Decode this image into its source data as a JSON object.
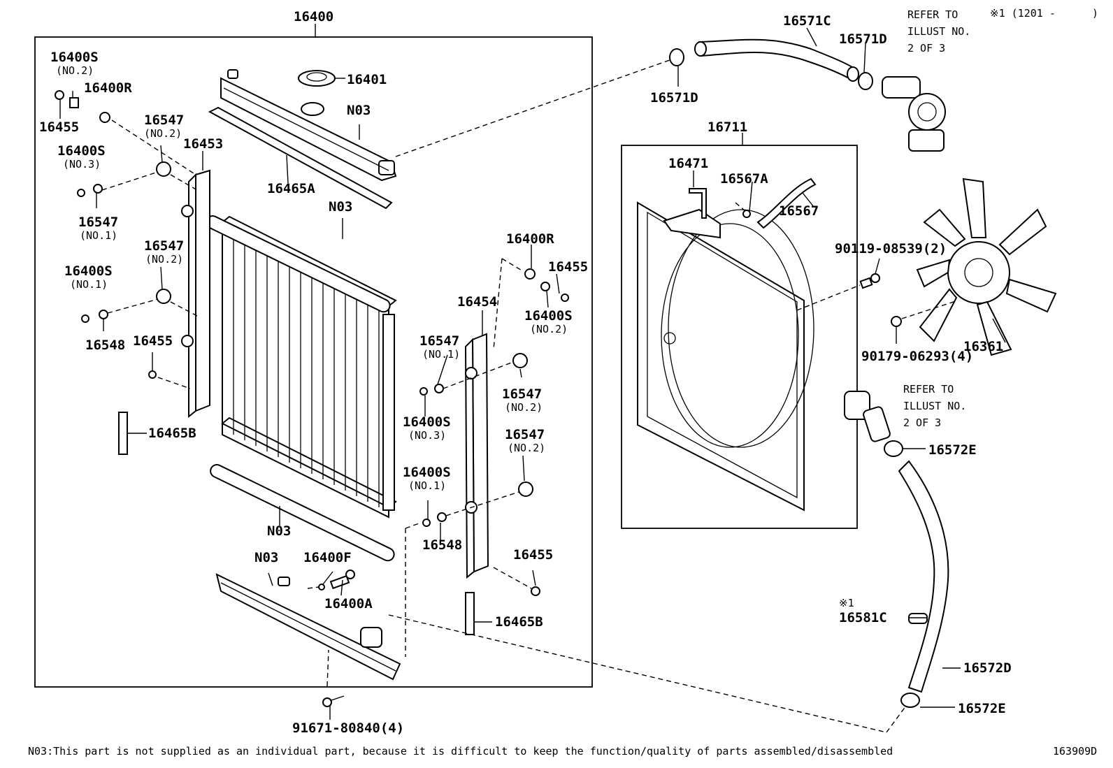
{
  "labels": {
    "l16400": "16400",
    "l16400s_top": "16400S",
    "l16400s_top_sub": "(NO.2)",
    "l16400r_top": "16400R",
    "l16455_top": "16455",
    "l16547_a": "16547",
    "l16547_a_sub": "(NO.2)",
    "l16453": "16453",
    "l16400s_no3": "16400S",
    "l16400s_no3_sub": "(NO.3)",
    "l16547_no1": "16547",
    "l16547_no1_sub": "(NO.1)",
    "l16547_b": "16547",
    "l16547_b_sub": "(NO.2)",
    "l16400s_no1": "16400S",
    "l16400s_no1_sub": "(NO.1)",
    "l16548_left": "16548",
    "l16455_left": "16455",
    "l16465b_left": "16465B",
    "l16401": "16401",
    "ln03_cap": "N03",
    "l16465a": "16465A",
    "ln03_upper": "N03",
    "ln03_lower": "N03",
    "ln03_bottom": "N03",
    "l16400f": "16400F",
    "l16400a": "16400A",
    "l91671": "91671-80840(4)",
    "l16400r_right": "16400R",
    "l16455_right_top": "16455",
    "l16454": "16454",
    "l16400s_right_no2": "16400S",
    "l16400s_right_no2_sub": "(NO.2)",
    "l16547_right_no1": "16547",
    "l16547_right_no1_sub": "(NO.1)",
    "l16547_right_no2a": "16547",
    "l16547_right_no2a_sub": "(NO.2)",
    "l16400s_right_no3": "16400S",
    "l16400s_right_no3_sub": "(NO.3)",
    "l16547_right_no2b": "16547",
    "l16547_right_no2b_sub": "(NO.2)",
    "l16400s_right_no1": "16400S",
    "l16400s_right_no1_sub": "(NO.1)",
    "l16548_right": "16548",
    "l16455_right_bottom": "16455",
    "l16465b_right": "16465B",
    "l16571c": "16571C",
    "l16571d_top": "16571D",
    "l16571d_left": "16571D",
    "refer_top_1": "REFER TO",
    "refer_top_2": "ILLUST NO.",
    "refer_top_3": "2 OF 3",
    "note_mark_top": "※1 (1201 -",
    "note_mark_close": ")",
    "l16711": "16711",
    "l16471": "16471",
    "l16567a": "16567A",
    "l16567": "16567",
    "l90119": "90119-08539(2)",
    "l90179": "90179-06293(4)",
    "l16361": "16361",
    "refer_mid_1": "REFER TO",
    "refer_mid_2": "ILLUST NO.",
    "refer_mid_3": "2 OF 3",
    "l16572e_top": "16572E",
    "mark1": "※1",
    "l16581c": "16581C",
    "l16572d": "16572D",
    "l16572e_bottom": "16572E"
  },
  "footer": {
    "note": "N03:This part is not supplied as an individual part, because it is difficult to keep the function/quality of parts assembled/disassembled",
    "diagram_id": "163909D"
  }
}
